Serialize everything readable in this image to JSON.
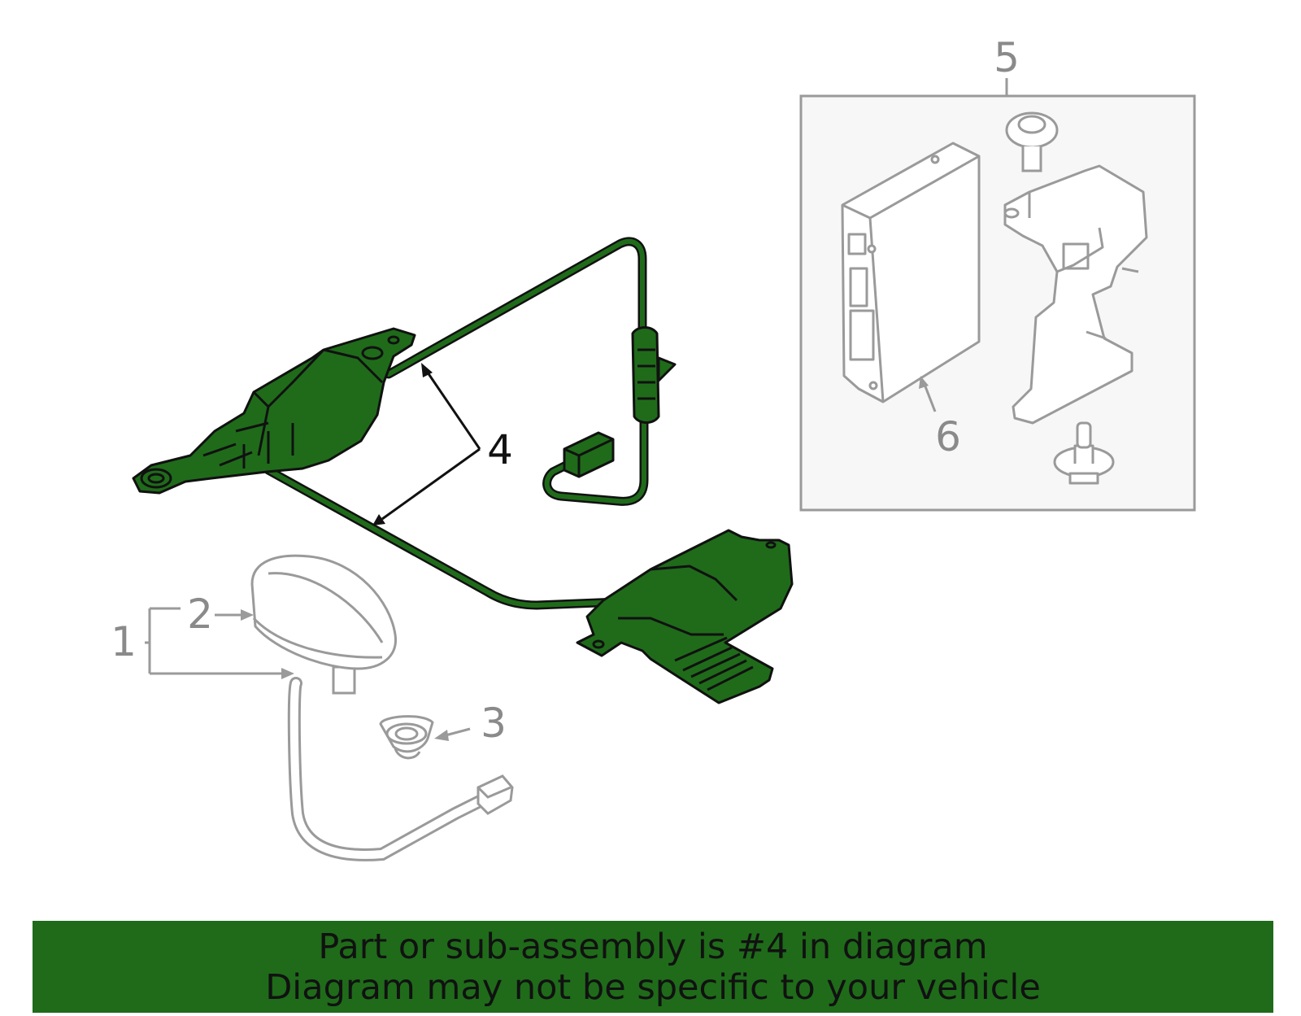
{
  "callouts": {
    "c1": "1",
    "c2": "2",
    "c3": "3",
    "c4": "4",
    "c5": "5",
    "c6": "6"
  },
  "banner": {
    "line1": "Part or sub-assembly is #4 in diagram",
    "line2": "Diagram may not be specific to your vehicle"
  },
  "colors": {
    "highlight": "#1f6b1a",
    "part_outline": "#9a9a9a",
    "inset_fill": "#f7f7f7"
  }
}
